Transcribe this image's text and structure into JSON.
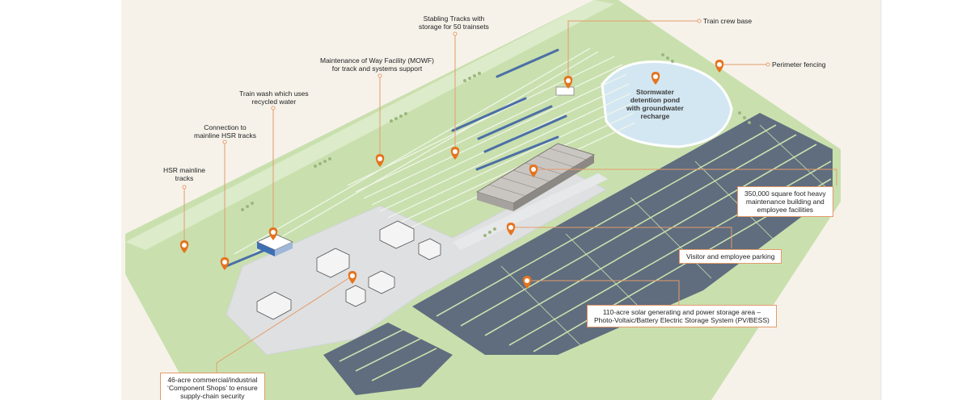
{
  "colors": {
    "ground": "#c8dfae",
    "paved": "#dedfe0",
    "panel": "#56637a",
    "pin": "#e5741f",
    "leader": "#e49b6b",
    "pond": "#d4e8f3"
  },
  "callouts": {
    "stabling": {
      "lines": [
        "Stabling Tracks with",
        "storage for 50 trainsets"
      ]
    },
    "crew": {
      "lines": [
        "Train crew base"
      ]
    },
    "mowf": {
      "lines": [
        "Maintenance of Way Facility (MOWF)",
        "for track and systems support"
      ]
    },
    "fencing": {
      "lines": [
        "Perimeter fencing"
      ]
    },
    "wash": {
      "lines": [
        "Train wash which uses",
        "recycled water"
      ]
    },
    "connection": {
      "lines": [
        "Connection to",
        "mainline HSR tracks"
      ]
    },
    "hsr": {
      "lines": [
        "HSR mainline",
        "tracks"
      ]
    },
    "pond": {
      "lines": [
        "Stormwater",
        "detention pond",
        "with groundwater",
        "recharge"
      ]
    },
    "maint": {
      "lines": [
        "350,000 square foot heavy",
        "maintenance building and",
        "employee facilities"
      ]
    },
    "parking": {
      "lines": [
        "Visitor and employee parking"
      ]
    },
    "solar": {
      "lines": [
        "110-acre solar generating and power storage area –",
        "Photo-Voltaic/Battery Electric Storage System (PV/BESS)"
      ]
    },
    "shops": {
      "lines": [
        "46-acre commercial/industrial",
        "‘Component Shops’ to ensure",
        "supply-chain security"
      ]
    }
  }
}
